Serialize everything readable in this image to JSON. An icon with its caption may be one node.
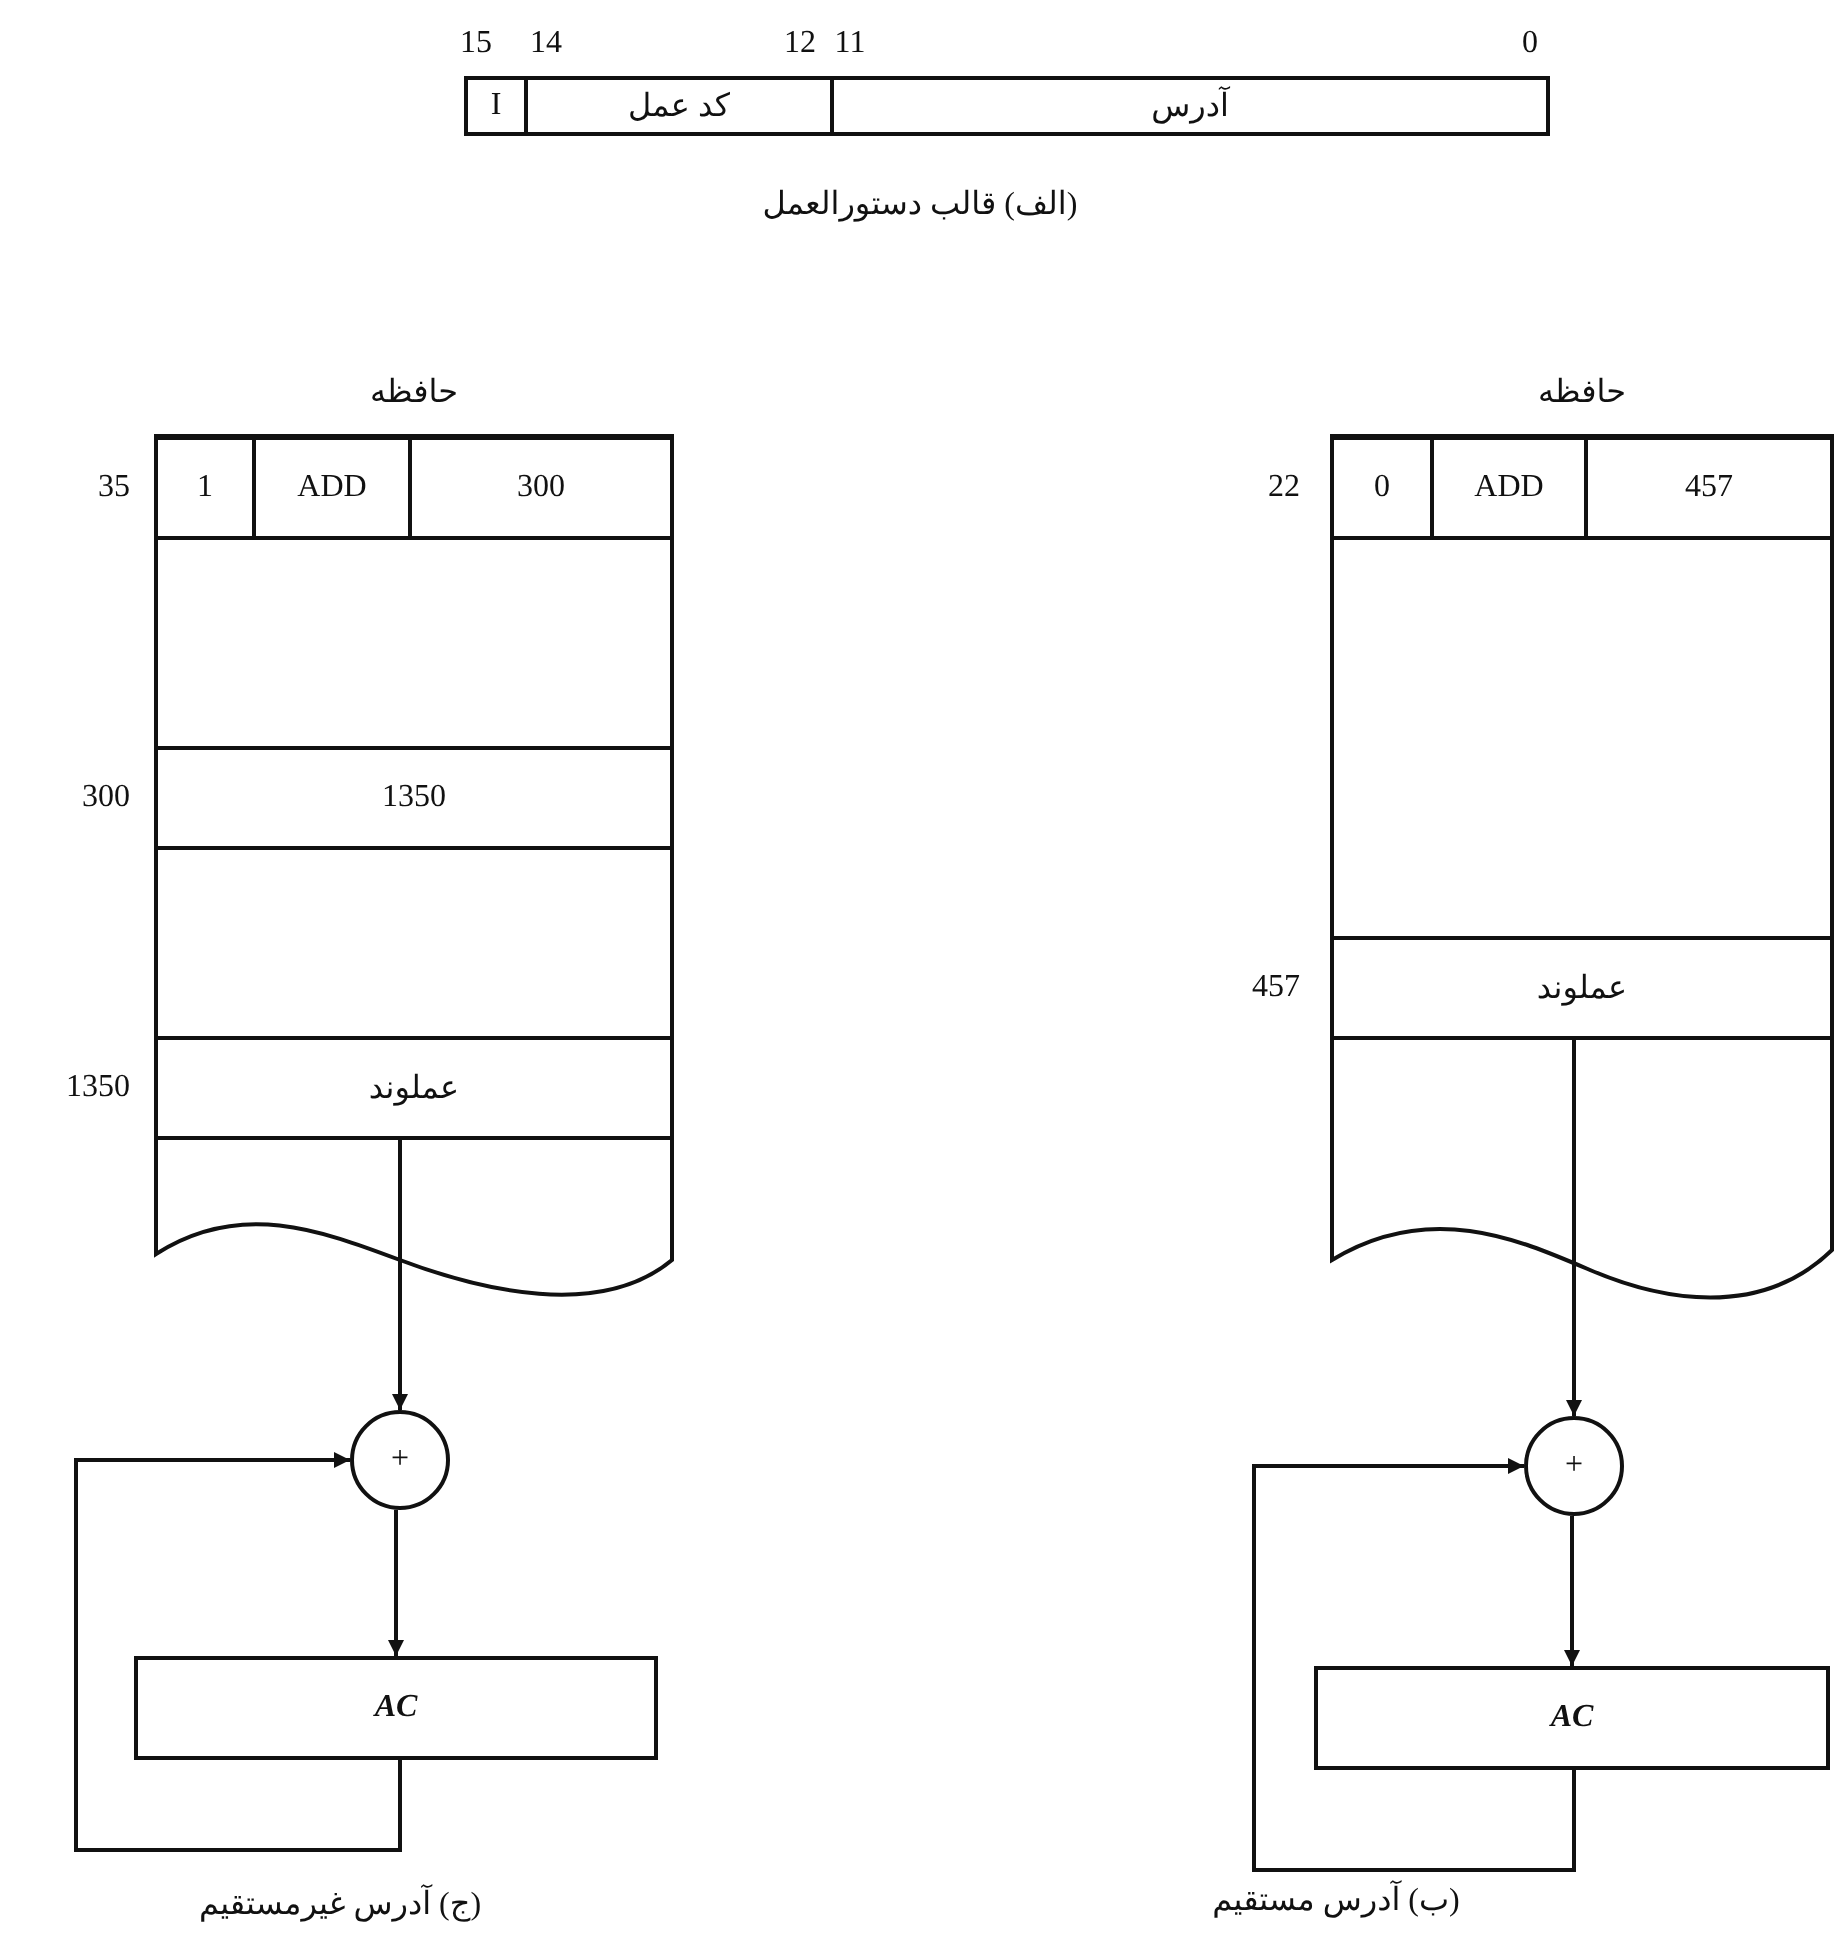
{
  "diagram": {
    "nodes": [
      {
        "text": [
          "I"
        ]
      },
      {
        "text": [
          "کد عمل"
        ]
      },
      {
        "text": [
          "آدرس"
        ]
      },
      {
        "text": [
          "حافظه"
        ]
      },
      {
        "text": [
          "1"
        ],
        "in": 3,
        "beside": [
          "35"
        ]
      },
      {
        "text": [
          "ADD"
        ],
        "in": 3
      },
      {
        "text": [
          "300"
        ],
        "in": 3
      },
      {
        "text": [
          "1350"
        ],
        "in": 3,
        "beside": [
          "300"
        ]
      },
      {
        "text": [
          "عملوند"
        ],
        "in": 3,
        "beside": [
          "1350"
        ]
      },
      {
        "text": [
          "+"
        ]
      },
      {
        "text": [
          "AC"
        ]
      },
      {
        "text": [
          "حافظه"
        ]
      },
      {
        "text": [
          "0"
        ],
        "in": 11,
        "beside": [
          "22"
        ]
      },
      {
        "text": [
          "ADD"
        ],
        "in": 11
      },
      {
        "text": [
          "457"
        ],
        "in": 11
      },
      {
        "text": [
          "عملوند"
        ],
        "in": 11,
        "beside": [
          "457"
        ]
      },
      {
        "text": [
          "+"
        ]
      },
      {
        "text": [
          "AC"
        ]
      }
    ],
    "edges": [
      {
        "from": 8,
        "to": 9,
        "arrow": "to"
      },
      {
        "from": 9,
        "to": 10,
        "arrow": "to"
      },
      {
        "from": 10,
        "to": 9,
        "arrow": "to"
      },
      {
        "from": 15,
        "to": 16,
        "arrow": "to"
      },
      {
        "from": 16,
        "to": 17,
        "arrow": "to"
      },
      {
        "from": 17,
        "to": 16,
        "arrow": "to"
      }
    ],
    "labels": [
      "15",
      "14",
      "12",
      "11",
      "0",
      "(الف) قالب دستورالعمل",
      "(ج) آدرس غیرمستقیم",
      "(ب) آدرس مستقیم"
    ]
  }
}
